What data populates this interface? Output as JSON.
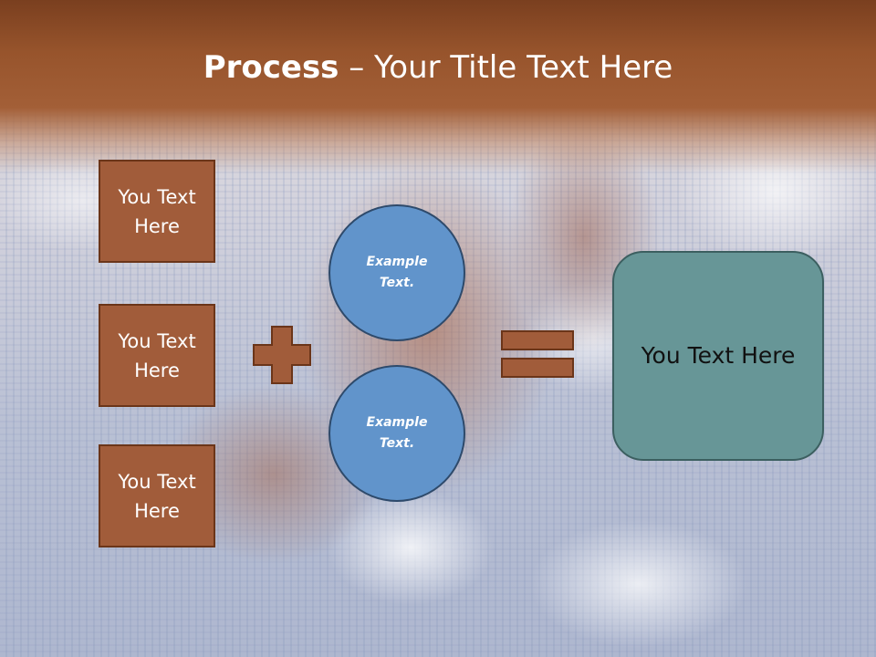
{
  "slide": {
    "title_bold": "Process",
    "title_rest": " – Your Title Text Here",
    "boxes": [
      {
        "label": "You Text Here"
      },
      {
        "label": "You Text Here"
      },
      {
        "label": "You Text Here"
      }
    ],
    "circles": [
      {
        "label": "Example Text."
      },
      {
        "label": "Example Text."
      }
    ],
    "result_label": "You Text Here",
    "operator_plus": "plus-icon",
    "operator_equals": "equals-icon"
  },
  "colors": {
    "header": "#97542c",
    "box_fill": "#a15c3a",
    "circle_fill": "#6194cb",
    "result_fill": "#679697",
    "operator_fill": "#a15c3a"
  }
}
